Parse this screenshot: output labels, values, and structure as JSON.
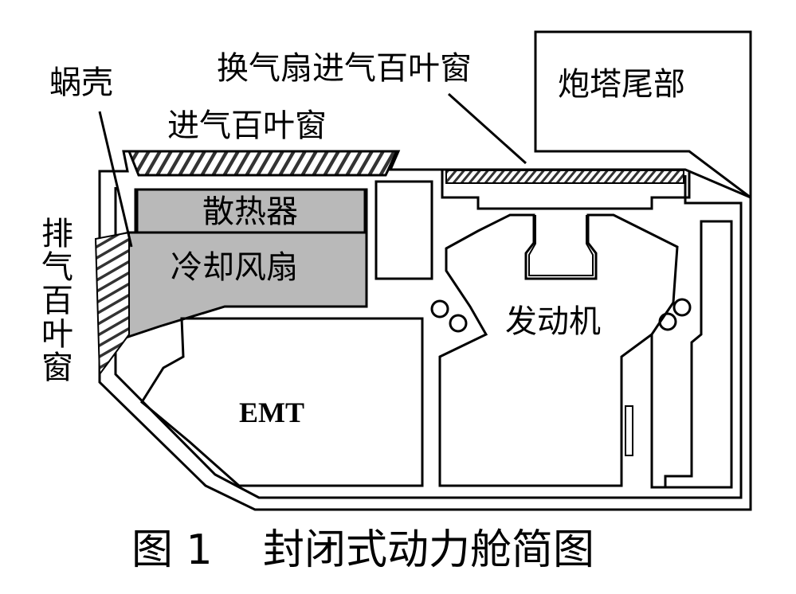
{
  "labels": {
    "volute": "蜗壳",
    "intake_louver": "进气百叶窗",
    "fan_intake_louver": "换气扇进气百叶窗",
    "turret_tail": "炮塔尾部",
    "radiator": "散热器",
    "cooling_fan": "冷却风扇",
    "exhaust_louver": "排气百叶窗",
    "engine": "发动机",
    "emt": "EMT"
  },
  "caption": {
    "figure_number": "图 1",
    "title": "封闭式动力舱简图"
  },
  "colors": {
    "line": "#000000",
    "gray_fill": "#b9b9b9",
    "background": "#ffffff"
  }
}
